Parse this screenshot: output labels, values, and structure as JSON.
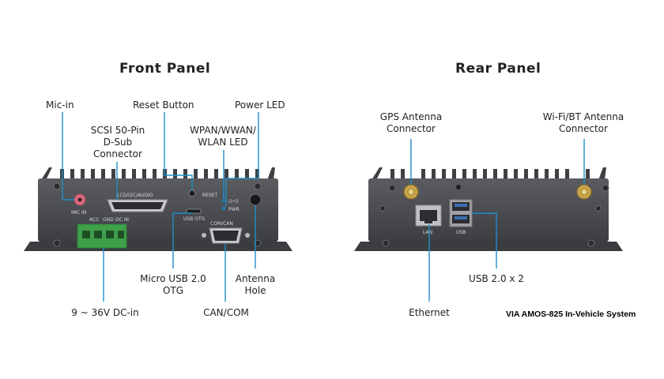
{
  "front_panel": {
    "title": "Front Panel",
    "labels": {
      "mic_in": "Mic-in",
      "reset_button": "Reset Button",
      "power_led": "Power LED",
      "scsi_line1": "SCSI 50-Pin",
      "scsi_line2": "D-Sub",
      "scsi_line3": "Connector",
      "wpan_line1": "WPAN/WWAN/",
      "wpan_line2": "WLAN LED",
      "micro_usb_line1": "Micro USB 2.0",
      "micro_usb_line2": "OTG",
      "antenna_line1": "Antenna",
      "antenna_line2": "Hole",
      "dc_in": "9 ~ 36V DC-in",
      "can_com": "CAN/COM"
    },
    "silkscreen": {
      "mic_in": "MIC IN",
      "lcd": "LCD/I2C/AUDIO",
      "reset": "RESET",
      "usb_otg": "USB OTG",
      "com_can": "COM/CAN",
      "acc": "ACC",
      "gnd": "GND",
      "dc_in": "DC IN"
    }
  },
  "rear_panel": {
    "title": "Rear Panel",
    "labels": {
      "gps_line1": "GPS Antenna",
      "gps_line2": "Connector",
      "wifi_line1": "Wi-Fi/BT Antenna",
      "wifi_line2": "Connector",
      "usb": "USB 2.0 x 2",
      "ethernet": "Ethernet"
    },
    "silkscreen": {
      "lan": "LAN",
      "usb": "USB"
    }
  },
  "caption": "VIA AMOS-825 In-Vehicle System",
  "colors": {
    "leader_line": "#1e8fc8",
    "chassis": "#4a4c50",
    "terminal_block": "#3fa04a",
    "mic_jack": "#d86a7e"
  }
}
